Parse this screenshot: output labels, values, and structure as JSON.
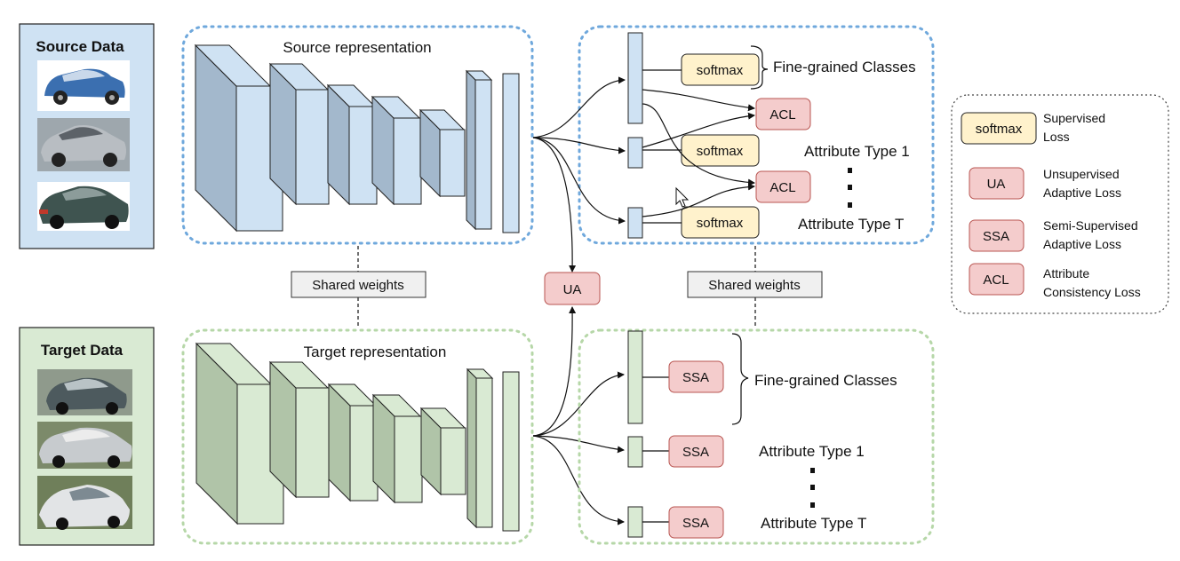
{
  "source_panel": {
    "title": "Source Data"
  },
  "target_panel": {
    "title": "Target Data"
  },
  "source_net": {
    "label": "Source representation"
  },
  "target_net": {
    "label": "Target representation"
  },
  "shared_weights": {
    "label": "Shared weights"
  },
  "ua": {
    "label": "UA"
  },
  "source_heads": {
    "softmax": "softmax",
    "acl": "ACL",
    "fine_grained": "Fine-grained Classes",
    "attr1": "Attribute Type 1",
    "attrT": "Attribute Type T"
  },
  "target_heads": {
    "ssa": "SSA",
    "fine_grained": "Fine-grained Classes",
    "attr1": "Attribute Type 1",
    "attrT": "Attribute Type T"
  },
  "legend": {
    "items": [
      {
        "box": "softmax",
        "line1": "Supervised",
        "line2": "Loss"
      },
      {
        "box": "UA",
        "line1": "Unsupervised",
        "line2": "Adaptive Loss"
      },
      {
        "box": "SSA",
        "line1": "Semi-Supervised",
        "line2": "Adaptive Loss"
      },
      {
        "box": "ACL",
        "line1": "Attribute",
        "line2": "Consistency Loss"
      }
    ]
  },
  "colors": {
    "source_fill": "#cfe2f3",
    "source_dark": "#a3b8cc",
    "target_fill": "#d9ead3",
    "target_dark": "#b0c4a8",
    "softmax_fill": "#fff2cc",
    "loss_fill": "#f4cccc",
    "loss_stroke": "#b85450",
    "source_border": "#6fa8dc",
    "target_border": "#b6d7a8"
  }
}
